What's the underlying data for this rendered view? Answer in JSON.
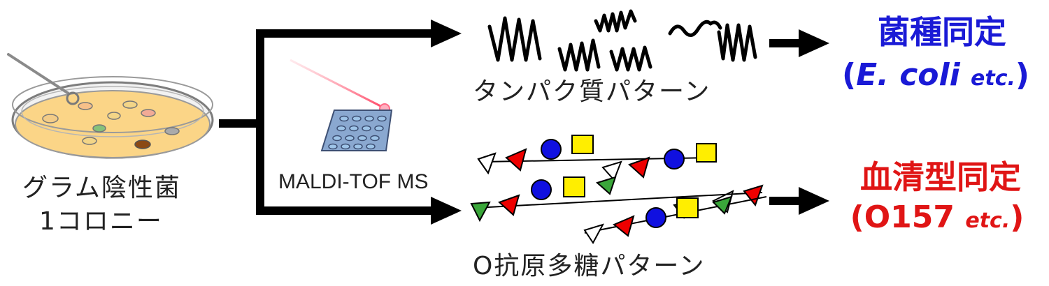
{
  "colony": {
    "line1": "グラム陰性菌",
    "line2": "1コロニー"
  },
  "instrument": {
    "label": "MALDI-TOF MS"
  },
  "protein": {
    "label": "タンパク質パターン"
  },
  "antigen": {
    "label": "O抗原多糖パターン"
  },
  "species": {
    "title": "菌種同定",
    "open": "(",
    "organism": "E. coli",
    "etc": "etc.",
    "close": ")"
  },
  "serotype": {
    "title": "血清型同定",
    "open": "(",
    "code": "O157",
    "etc": "etc.",
    "close": ")"
  },
  "colors": {
    "species_text": "#1a1ad6",
    "serotype_text": "#e01515",
    "agar": "#fbd587",
    "sugar_blue": "#1010e0",
    "sugar_yellow": "#ffee00",
    "sugar_red": "#ee0000",
    "sugar_green": "#3aa63a"
  }
}
